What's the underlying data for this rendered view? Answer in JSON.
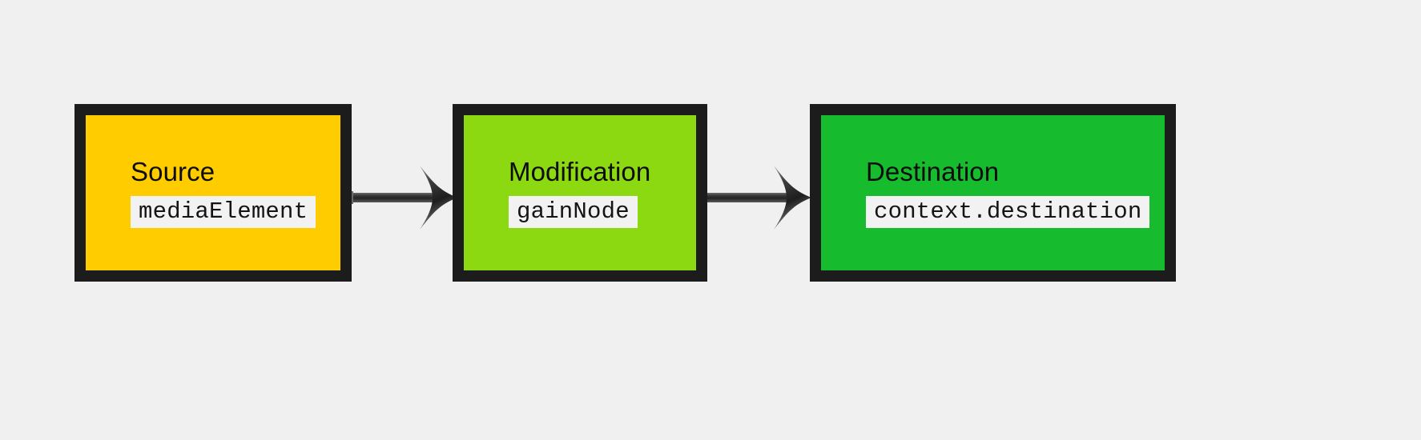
{
  "diagram": {
    "type": "flowchart",
    "orientation": "left-to-right",
    "background_color": "#f0f0f0",
    "border_color": "#1c1c1c",
    "nodes": [
      {
        "id": "source",
        "title": "Source",
        "code": "mediaElement",
        "fill_color": "#ffcc00"
      },
      {
        "id": "modification",
        "title": "Modification",
        "code": "gainNode",
        "fill_color": "#8cd911"
      },
      {
        "id": "destination",
        "title": "Destination",
        "code": "context.destination",
        "fill_color": "#17bb2e"
      }
    ],
    "edges": [
      {
        "id": "edge-source-modification",
        "from": "source",
        "to": "modification",
        "label": "",
        "style": "solid-arrow"
      },
      {
        "id": "edge-modification-destination",
        "from": "modification",
        "to": "destination",
        "label": "",
        "style": "solid-arrow"
      }
    ]
  }
}
